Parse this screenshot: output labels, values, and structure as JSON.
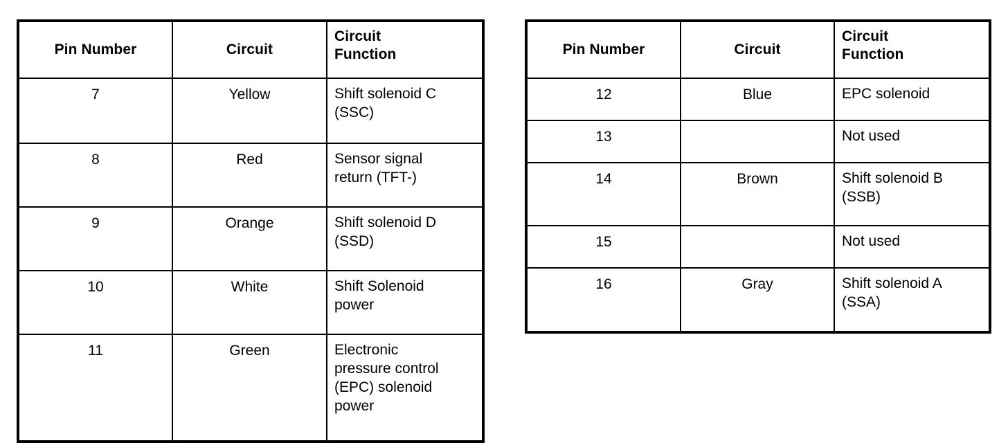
{
  "document": {
    "kind": "connector-pinout-tables",
    "background_color": "#ffffff",
    "text_color": "#000000",
    "border_color": "#000000"
  },
  "tables": [
    {
      "id": "left",
      "headers": {
        "pin_number": "Pin Number",
        "circuit": "Circuit",
        "circuit_function_line1": "Circuit",
        "circuit_function_line2": "Function"
      },
      "rows": [
        {
          "pin": "7",
          "circuit": "Yellow",
          "function_lines": [
            "Shift solenoid C",
            "(SSC)"
          ]
        },
        {
          "pin": "8",
          "circuit": "Red",
          "function_lines": [
            "Sensor signal",
            "return (TFT-)"
          ]
        },
        {
          "pin": "9",
          "circuit": "Orange",
          "function_lines": [
            "Shift solenoid D",
            "(SSD)"
          ]
        },
        {
          "pin": "10",
          "circuit": "White",
          "function_lines": [
            "Shift Solenoid",
            "power"
          ]
        },
        {
          "pin": "11",
          "circuit": "Green",
          "function_lines": [
            "Electronic",
            "pressure control",
            "(EPC) solenoid",
            "power"
          ]
        }
      ]
    },
    {
      "id": "right",
      "headers": {
        "pin_number": "Pin Number",
        "circuit": "Circuit",
        "circuit_function_line1": "Circuit",
        "circuit_function_line2": "Function"
      },
      "rows": [
        {
          "pin": "12",
          "circuit": "Blue",
          "function_lines": [
            "EPC solenoid"
          ]
        },
        {
          "pin": "13",
          "circuit": "",
          "function_lines": [
            "Not used"
          ]
        },
        {
          "pin": "14",
          "circuit": "Brown",
          "function_lines": [
            "Shift solenoid B",
            "(SSB)"
          ]
        },
        {
          "pin": "15",
          "circuit": "",
          "function_lines": [
            "Not used"
          ]
        },
        {
          "pin": "16",
          "circuit": "Gray",
          "function_lines": [
            "Shift solenoid A",
            "(SSA)"
          ]
        }
      ]
    }
  ]
}
